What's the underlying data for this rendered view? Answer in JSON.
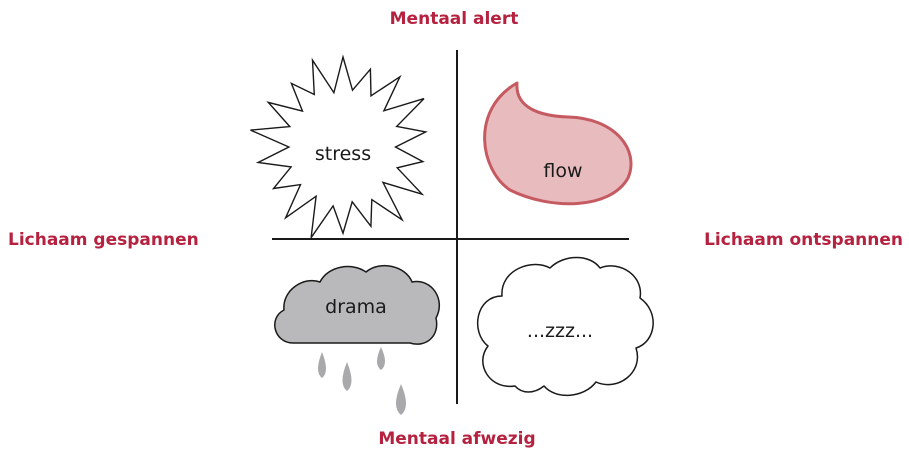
{
  "axes": {
    "top": "Mentaal alert",
    "bottom": "Mentaal afwezig",
    "left": "Lichaam gespannen",
    "right": "Lichaam ontspannen"
  },
  "quadrants": {
    "top_left": "stress",
    "top_right": "flow",
    "bottom_left": "drama",
    "bottom_right": "...zzz..."
  },
  "colors": {
    "accent": "#b5213f",
    "flow_fill": "#e8bcbf",
    "flow_stroke": "#c65a61",
    "drama_fill": "#b9b9bb",
    "drop": "#a9a9ab",
    "line": "#1a1a1a"
  }
}
